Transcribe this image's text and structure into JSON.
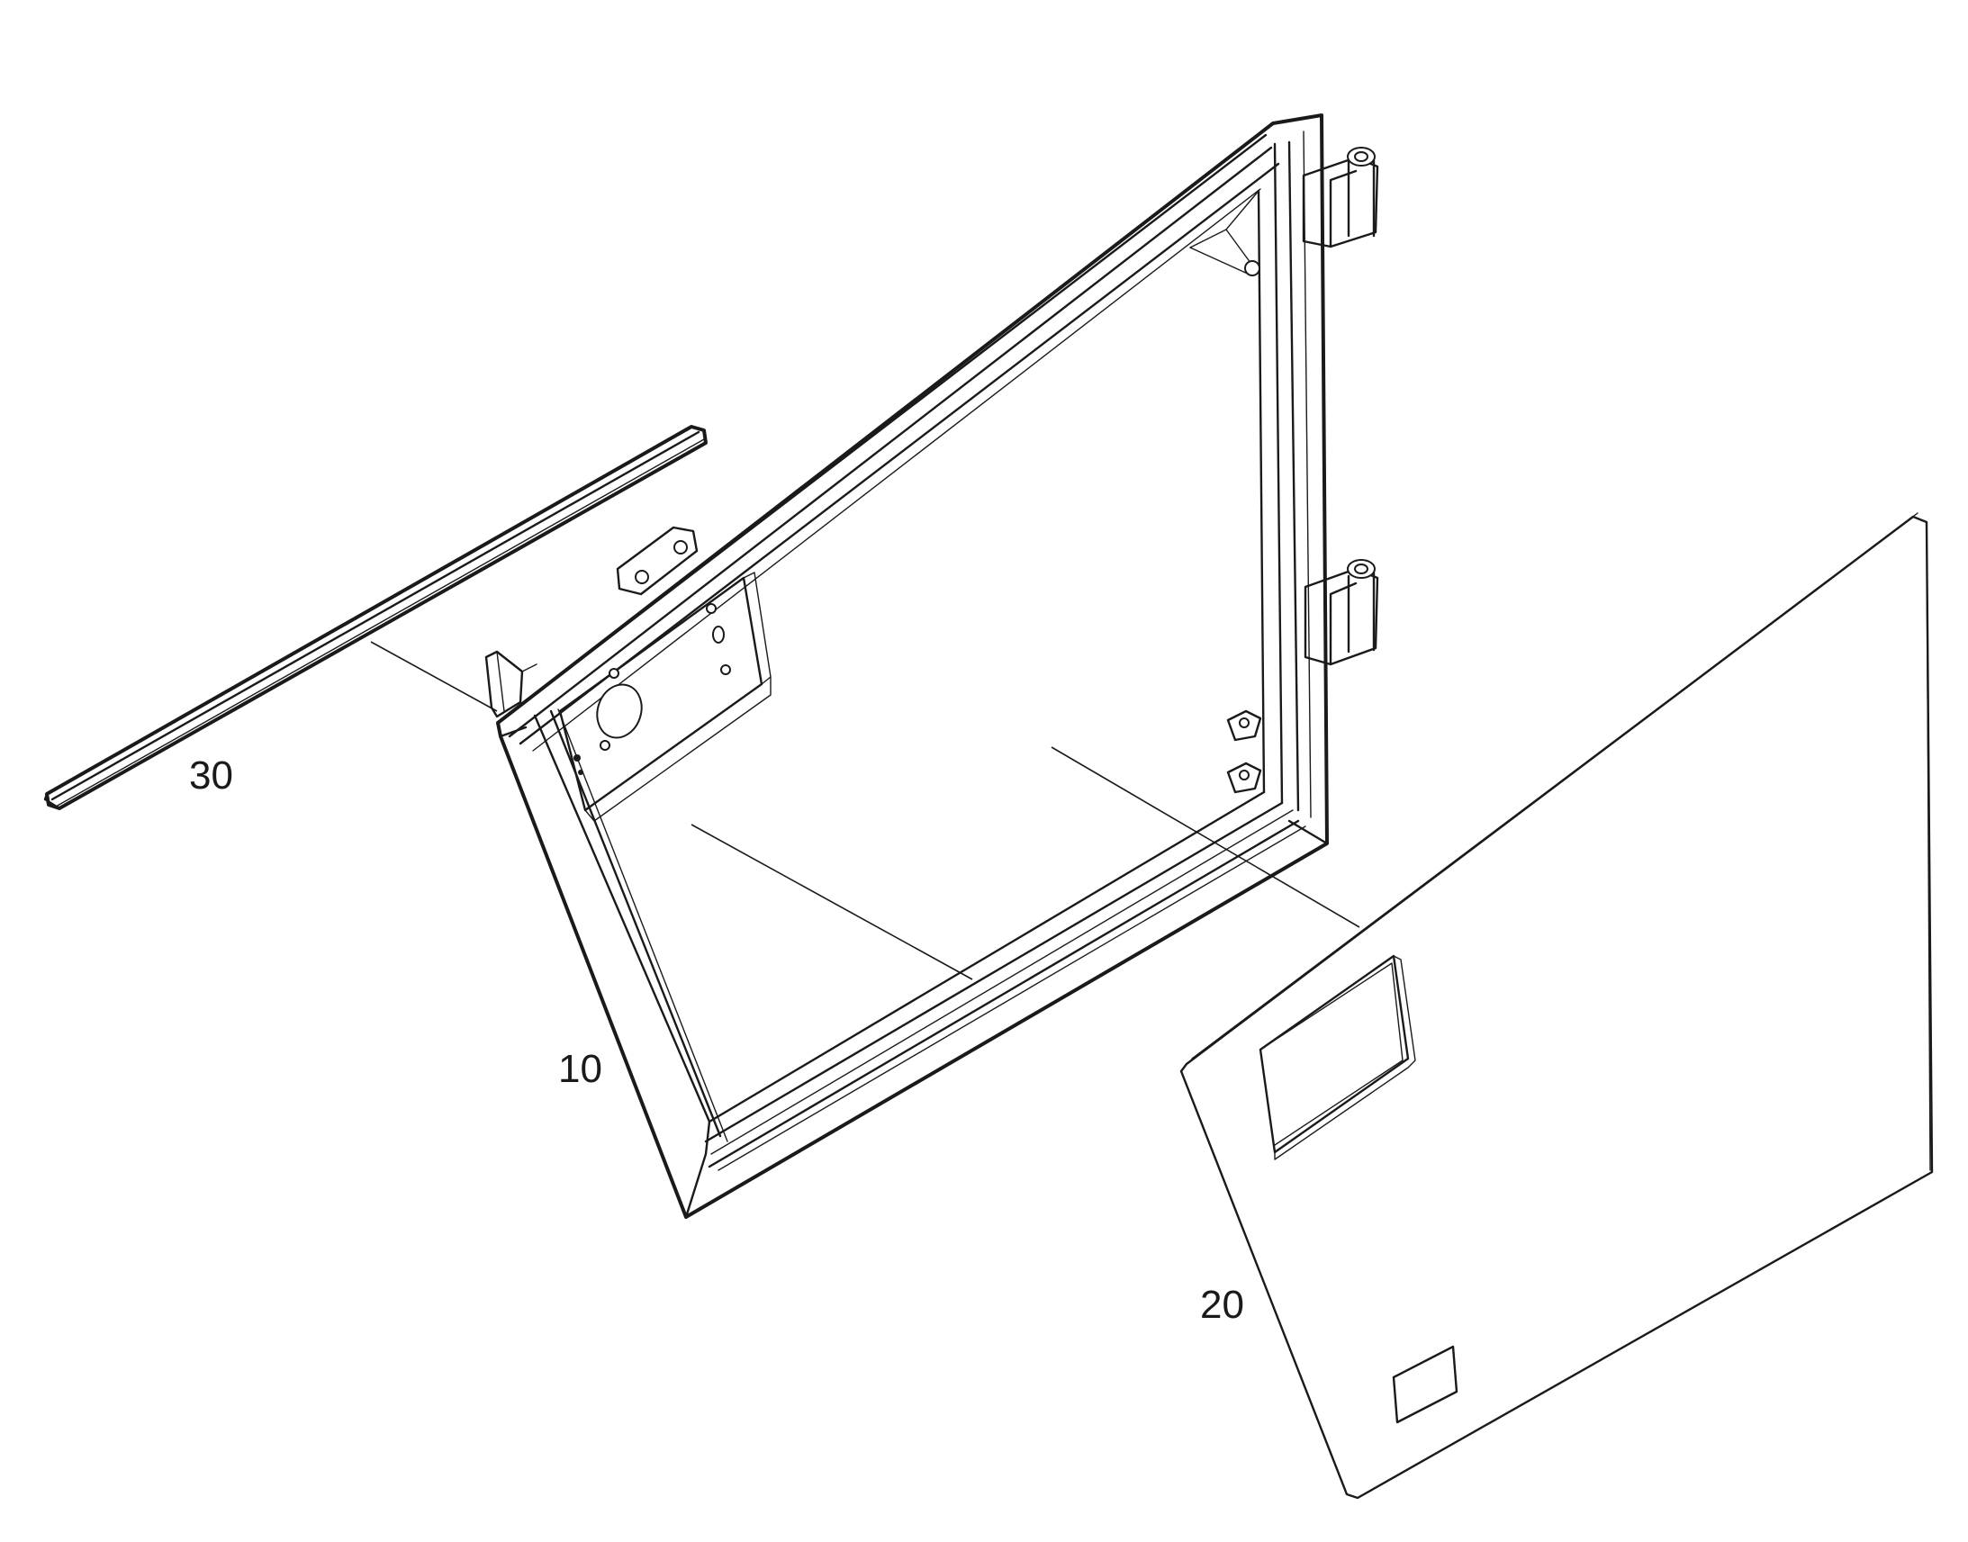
{
  "callouts": {
    "frame": "10",
    "door_panel": "20",
    "seal_strip": "30"
  },
  "colors": {
    "line": "#1a1a1a",
    "background": "#ffffff"
  }
}
